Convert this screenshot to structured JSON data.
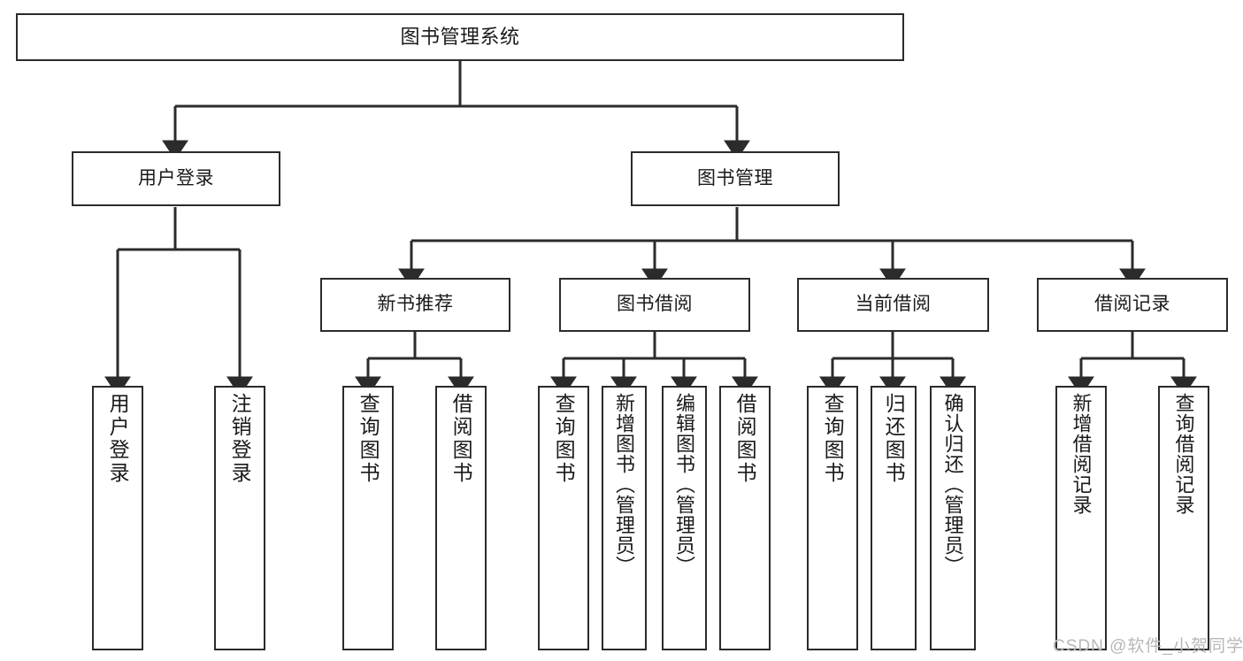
{
  "diagram": {
    "type": "tree-hierarchy-chart",
    "title": "图书管理系统",
    "background_color": "#ffffff",
    "line_color": "#2b2b2b",
    "text_color": "#1a1a1a"
  },
  "nodes": {
    "root": {
      "label": "图书管理系统"
    },
    "level1": [
      {
        "id": "user-login",
        "label": "用户登录"
      },
      {
        "id": "book-management",
        "label": "图书管理"
      }
    ],
    "level2": [
      {
        "id": "new-book-recommend",
        "label": "新书推荐"
      },
      {
        "id": "book-borrow",
        "label": "图书借阅"
      },
      {
        "id": "current-borrow",
        "label": "当前借阅"
      },
      {
        "id": "borrow-record",
        "label": "借阅记录"
      }
    ],
    "leaves": {
      "user_login": [
        {
          "id": "leaf-user-login",
          "label": "用户登录"
        },
        {
          "id": "leaf-logout-login",
          "label": "注销登录"
        }
      ],
      "new_book_recommend": [
        {
          "id": "leaf-query-book-1",
          "label": "查询图书"
        },
        {
          "id": "leaf-borrow-book-1",
          "label": "借阅图书"
        }
      ],
      "book_borrow": [
        {
          "id": "leaf-query-book-2",
          "label": "查询图书"
        },
        {
          "id": "leaf-add-book",
          "label": "新增图书（管理员）"
        },
        {
          "id": "leaf-edit-book",
          "label": "编辑图书（管理员）"
        },
        {
          "id": "leaf-borrow-book-2",
          "label": "借阅图书"
        }
      ],
      "current_borrow": [
        {
          "id": "leaf-query-book-3",
          "label": "查询图书"
        },
        {
          "id": "leaf-return-book",
          "label": "归还图书"
        },
        {
          "id": "leaf-confirm-return",
          "label": "确认归还（管理员）"
        }
      ],
      "borrow_record": [
        {
          "id": "leaf-add-record",
          "label": "新增借阅记录"
        },
        {
          "id": "leaf-query-record",
          "label": "查询借阅记录"
        }
      ]
    }
  },
  "watermark": {
    "text": "CSDN @软件_小贺同学"
  }
}
